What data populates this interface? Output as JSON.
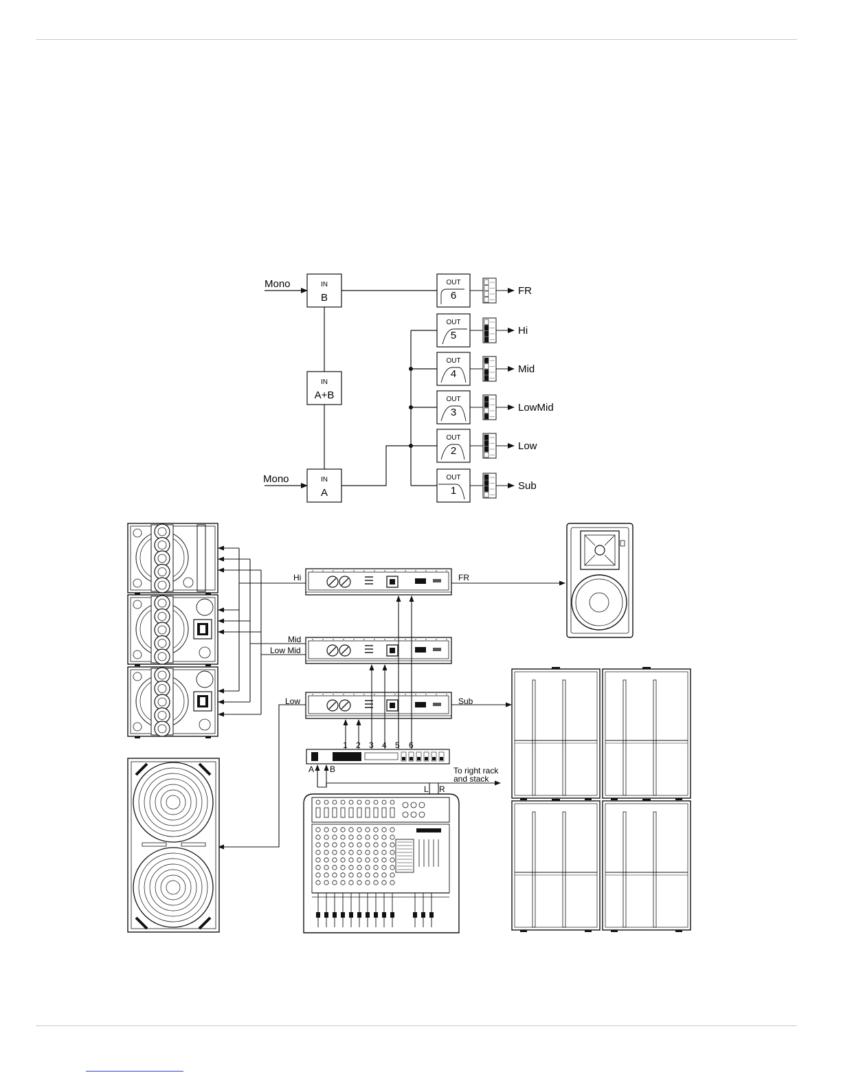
{
  "colors": {
    "ink": "#111111",
    "rule": "#c8c8c8",
    "link": "#3344cc",
    "paper": "#ffffff"
  },
  "routing": {
    "inputs": [
      {
        "id": "B",
        "label_top": "IN",
        "label_main": "B",
        "source": "Mono"
      },
      {
        "id": "AB",
        "label_top": "IN",
        "label_main": "A+B"
      },
      {
        "id": "A",
        "label_top": "IN",
        "label_main": "A",
        "source": "Mono"
      }
    ],
    "outputs": [
      {
        "label_top": "OUT",
        "number": "6",
        "dest": "FR"
      },
      {
        "label_top": "OUT",
        "number": "5",
        "dest": "Hi"
      },
      {
        "label_top": "OUT",
        "number": "4",
        "dest": "Mid"
      },
      {
        "label_top": "OUT",
        "number": "3",
        "dest": "LowMid"
      },
      {
        "label_top": "OUT",
        "number": "2",
        "dest": "Low"
      },
      {
        "label_top": "OUT",
        "number": "1",
        "dest": "Sub"
      }
    ]
  },
  "system": {
    "amp_labels": {
      "hi": "Hi",
      "fr": "FR",
      "mid": "Mid",
      "low_mid": "Low Mid",
      "low": "Low",
      "sub": "Sub"
    },
    "channel_numbers": [
      "1",
      "2",
      "3",
      "4",
      "5",
      "6"
    ],
    "processor_inputs": {
      "a": "A",
      "b": "B"
    },
    "mixer_outputs": {
      "l": "L",
      "r": "R"
    },
    "to_right": {
      "line1": "To right rack",
      "line2": "and stack"
    }
  }
}
